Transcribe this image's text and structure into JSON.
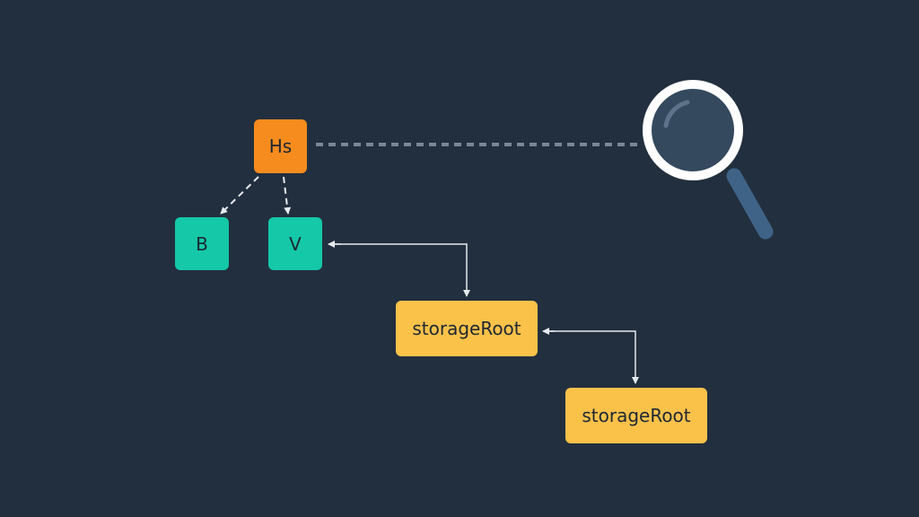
{
  "colors": {
    "background": "#222f3e",
    "root_node": "#f68c1e",
    "child_node": "#14c8a8",
    "storage_node": "#fbc24a",
    "connector": "#e6ebf0",
    "dotted_line": "#7b8794",
    "magnifier_ring": "#ffffff",
    "magnifier_lens": "#34495e",
    "magnifier_handle": "#3f6387"
  },
  "icons": {
    "magnifier": "magnifying-glass-icon"
  },
  "diagram": {
    "root": {
      "label": "Hs"
    },
    "children": [
      {
        "label": "B"
      },
      {
        "label": "V"
      }
    ],
    "storage_nodes": [
      {
        "label": "storageRoot"
      },
      {
        "label": "storageRoot"
      }
    ]
  }
}
